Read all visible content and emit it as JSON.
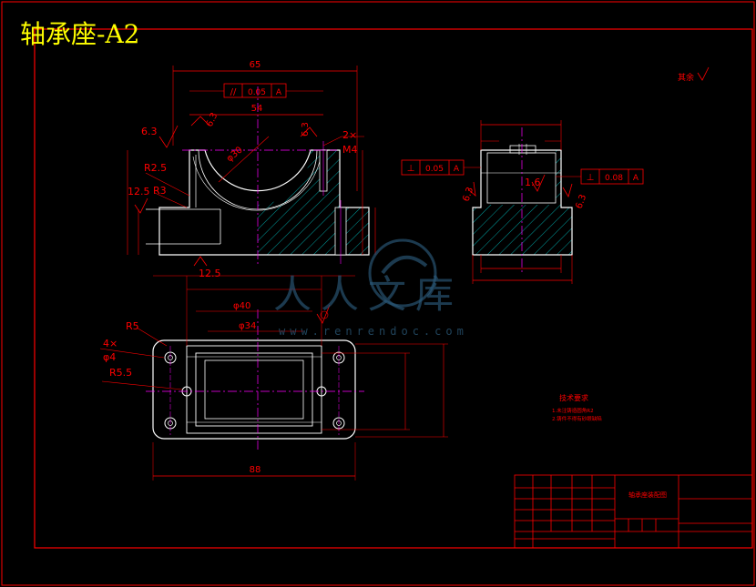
{
  "title": "轴承座-A2",
  "watermark": {
    "text": "人人文库",
    "url": "www.renrendoc.com"
  },
  "top_right_note": "其余",
  "front_view": {
    "dim_overall_width": "65",
    "dim_inner_width": "54",
    "tolerance_frame": [
      "//",
      "0.05",
      "A"
    ],
    "roughness_left": "6.3",
    "roughness_top": "6.3",
    "roughness_right": "6.3",
    "hole_note_1": "2×",
    "hole_note_2": "M4",
    "radius_1": "R2.5",
    "radius_2": "R3",
    "roughness_side": "12.5",
    "roughness_bottom": "12.5",
    "diameter_bore": "φ30"
  },
  "side_view": {
    "tolerance_left": [
      "⊥",
      "0.05",
      "A"
    ],
    "tolerance_right": [
      "⊥",
      "0.08",
      "A"
    ],
    "roughness_center": "1.6",
    "roughness_left": "6.3",
    "roughness_right": "6.3"
  },
  "top_view": {
    "radius_1": "R5",
    "hole_count": "4×",
    "hole_diameter": "φ4",
    "radius_2": "R5.5",
    "diameter_1": "φ40",
    "diameter_2": "φ34",
    "dim_overall_length": "88"
  },
  "notes_heading": "技术要求",
  "notes_lines": [
    "1.未注铸造圆角R2",
    "2.铸件不得有砂眼缺陷"
  ],
  "title_block": {
    "drawing_name": "轴承座装配图"
  },
  "colors": {
    "background": "#000000",
    "frame": "#ff0000",
    "outline": "#ffffff",
    "center": "#ff00ff",
    "hatch": "#00c8c8",
    "dimension": "#ff0000",
    "title": "#ffff00"
  }
}
